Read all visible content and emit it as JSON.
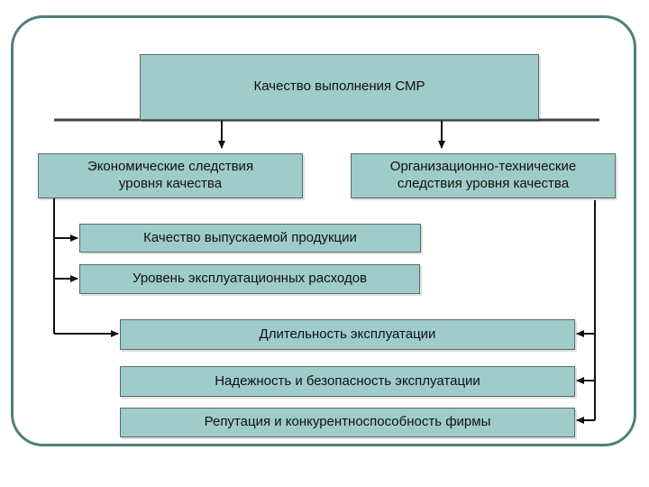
{
  "diagram": {
    "root": "Качество выполнения СМР",
    "left_branch": "Экономические следствия\nуровня качества",
    "right_branch": "Организационно-технические\nследствия уровня качества",
    "left_items": [
      "Качество выпускаемой продукции",
      "Уровень эксплуатационных расходов"
    ],
    "right_items": [
      "Длительность эксплуатации",
      "Надежность и безопасность эксплуатации",
      "Репутация и конкурентноспособность фирмы"
    ]
  }
}
